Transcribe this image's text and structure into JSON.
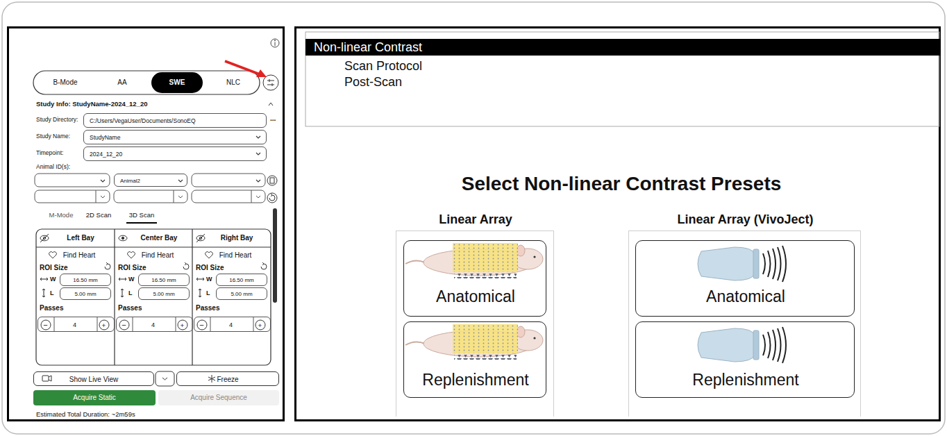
{
  "diagram": {
    "nodes": [
      {
        "text": [
          "B-Mode"
        ]
      },
      {
        "text": [
          "AA"
        ]
      },
      {
        "text": [
          "SWE"
        ]
      },
      {
        "text": [
          "NLC"
        ]
      },
      {
        "text": [
          "C:/Users/VegaUser/Documents/SonoEQ"
        ]
      },
      {
        "text": [
          "StudyName"
        ]
      },
      {
        "text": [
          "2024_12_20"
        ]
      },
      {
        "text": [
          "Animal2"
        ]
      },
      {
        "text": [
          "Left Bay",
          "Find Heart",
          "ROI Size",
          "W",
          "L",
          "Passes"
        ]
      },
      {
        "text": [
          "16.50 mm"
        ],
        "in": 8
      },
      {
        "text": [
          "5.00 mm"
        ],
        "in": 8
      },
      {
        "text": [
          "−",
          "4",
          "+"
        ],
        "in": 8
      },
      {
        "text": [
          "Center Bay",
          "Find Heart",
          "ROI Size",
          "W",
          "L",
          "Passes"
        ]
      },
      {
        "text": [
          "16.50 mm"
        ],
        "in": 12
      },
      {
        "text": [
          "5.00 mm"
        ],
        "in": 12
      },
      {
        "text": [
          "−",
          "4",
          "+"
        ],
        "in": 12
      },
      {
        "text": [
          "Right Bay",
          "Find Heart",
          "ROI Size",
          "W",
          "L",
          "Passes"
        ]
      },
      {
        "text": [
          "16.50 mm"
        ],
        "in": 16
      },
      {
        "text": [
          "5.00 mm"
        ],
        "in": 16
      },
      {
        "text": [
          "−",
          "4",
          "+"
        ],
        "in": 16
      },
      {
        "text": [
          "Show Live View"
        ]
      },
      {
        "text": [
          "Freeze"
        ]
      },
      {
        "text": [
          "Acquire Static"
        ]
      },
      {
        "text": [
          "Acquire Sequence"
        ]
      },
      {
        "text": [
          "Non-linear Contrast"
        ]
      },
      {
        "text": [
          "Linear Array"
        ]
      },
      {
        "text": [
          "Anatomical"
        ],
        "in": 25
      },
      {
        "text": [
          "Replenishment"
        ],
        "in": 25
      },
      {
        "text": [
          "Linear Array (VivoJect)"
        ]
      },
      {
        "text": [
          "Anatomical"
        ],
        "in": 28
      },
      {
        "text": [
          "Replenishment"
        ],
        "in": 28
      }
    ],
    "labels": [
      "Study Info: StudyName-2024_12_20",
      "Study Directory:",
      "...",
      "Study Name:",
      "Timepoint:",
      "Animal ID(s):",
      "M-Mode",
      "2D Scan",
      "3D Scan",
      "Estimated Total Duration: ~2m59s",
      "Scan Protocol",
      "Post-Scan",
      "Select Non-linear Contrast Presets"
    ]
  }
}
